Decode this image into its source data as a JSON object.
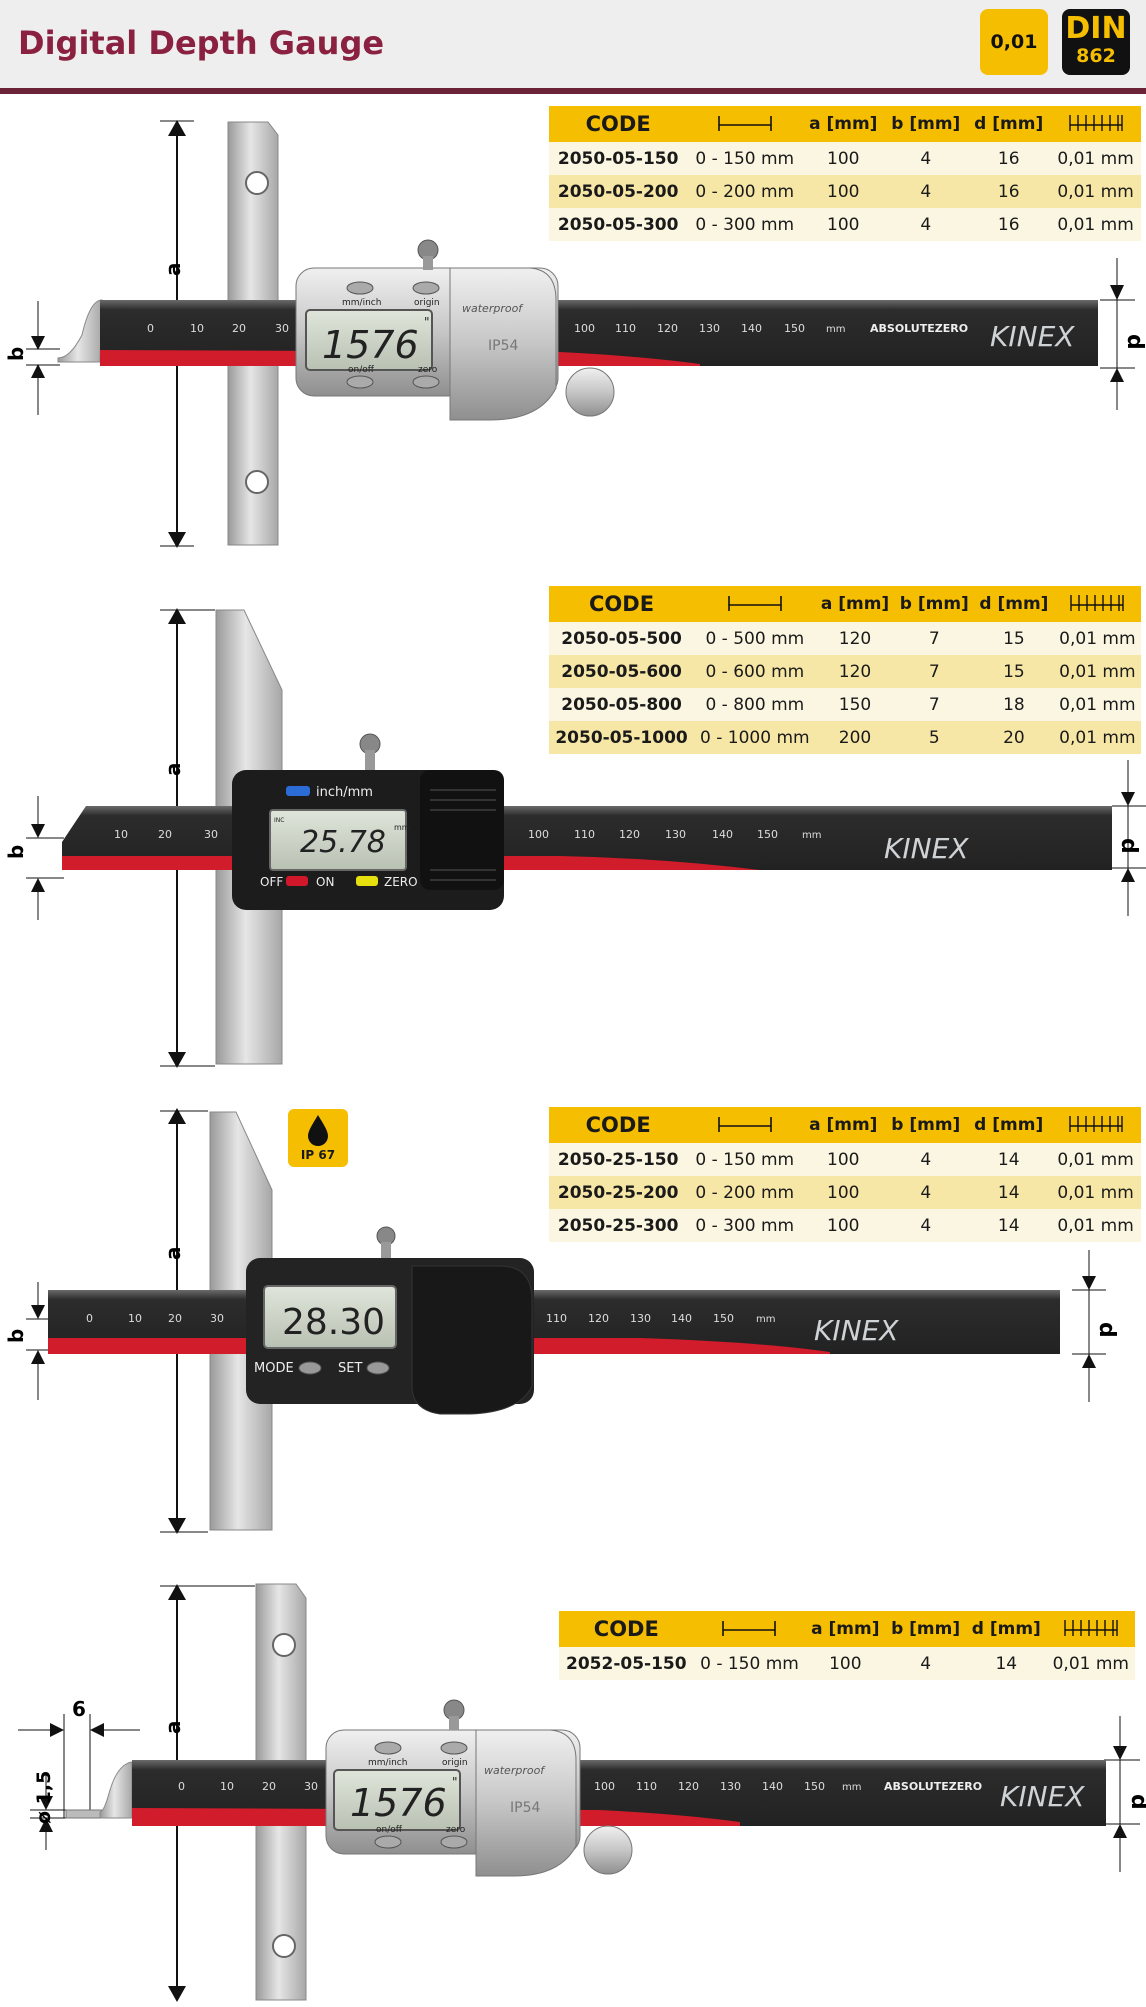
{
  "page": {
    "title": "Digital Depth Gauge"
  },
  "badges": {
    "resolution": "0,01",
    "standard_line1": "DIN",
    "standard_line2": "862"
  },
  "table_headers": {
    "code": "CODE",
    "a": "a [mm]",
    "b": "b [mm]",
    "d": "d [mm]"
  },
  "tables": [
    {
      "rows": [
        {
          "code": "2050-05-150",
          "range": "0 - 150 mm",
          "a": "100",
          "b": "4",
          "d": "16",
          "res": "0,01 mm"
        },
        {
          "code": "2050-05-200",
          "range": "0 - 200 mm",
          "a": "100",
          "b": "4",
          "d": "16",
          "res": "0,01 mm"
        },
        {
          "code": "2050-05-300",
          "range": "0 - 300 mm",
          "a": "100",
          "b": "4",
          "d": "16",
          "res": "0,01 mm"
        }
      ]
    },
    {
      "rows": [
        {
          "code": "2050-05-500",
          "range": "0 - 500 mm",
          "a": "120",
          "b": "7",
          "d": "15",
          "res": "0,01 mm"
        },
        {
          "code": "2050-05-600",
          "range": "0 - 600 mm",
          "a": "120",
          "b": "7",
          "d": "15",
          "res": "0,01 mm"
        },
        {
          "code": "2050-05-800",
          "range": "0 - 800 mm",
          "a": "150",
          "b": "7",
          "d": "18",
          "res": "0,01 mm"
        },
        {
          "code": "2050-05-1000",
          "range": "0 - 1000 mm",
          "a": "200",
          "b": "5",
          "d": "20",
          "res": "0,01 mm"
        }
      ]
    },
    {
      "rows": [
        {
          "code": "2050-25-150",
          "range": "0 - 150 mm",
          "a": "100",
          "b": "4",
          "d": "14",
          "res": "0,01 mm"
        },
        {
          "code": "2050-25-200",
          "range": "0 - 200 mm",
          "a": "100",
          "b": "4",
          "d": "14",
          "res": "0,01 mm"
        },
        {
          "code": "2050-25-300",
          "range": "0 - 300 mm",
          "a": "100",
          "b": "4",
          "d": "14",
          "res": "0,01 mm"
        }
      ]
    },
    {
      "rows": [
        {
          "code": "2052-05-150",
          "range": "0 - 150 mm",
          "a": "100",
          "b": "4",
          "d": "14",
          "res": "0,01 mm"
        }
      ]
    }
  ],
  "dims": {
    "a": "a",
    "b": "b",
    "d": "d",
    "six": "6",
    "dia": "ø 1,5"
  },
  "gauges": {
    "g1": {
      "display": "1576",
      "display_unit": "\"",
      "btn_tl": "mm/inch",
      "btn_tr": "origin",
      "btn_bl": "on/off",
      "btn_br": "zero",
      "brand_top": "waterproof",
      "ip": "IP54",
      "brand": "KINEX",
      "tech": "ABSOLUTEZERO",
      "mm": "mm",
      "scale_left": [
        "0",
        "10",
        "20",
        "30"
      ],
      "scale_right": [
        "100",
        "110",
        "120",
        "130",
        "140",
        "150"
      ]
    },
    "g2": {
      "display": "25.78",
      "display_unit": "mm",
      "inch_mm": "inch/mm",
      "off": "OFF",
      "on": "ON",
      "zero": "ZERO",
      "inc": "INC",
      "brand": "KINEX",
      "mm": "mm",
      "scale_left": [
        "10",
        "20",
        "30"
      ],
      "scale_right": [
        "100",
        "110",
        "120",
        "130",
        "140",
        "150"
      ]
    },
    "g3": {
      "display": "28.30",
      "mode": "MODE",
      "set": "SET",
      "brand": "KINEX",
      "mm": "mm",
      "scale_left": [
        "0",
        "10",
        "20",
        "30"
      ],
      "scale_right": [
        "110",
        "120",
        "130",
        "140",
        "150"
      ]
    },
    "g4": {
      "display": "1576",
      "display_unit": "\"",
      "btn_tl": "mm/inch",
      "btn_tr": "origin",
      "btn_bl": "on/off",
      "btn_br": "zero",
      "brand_top": "waterproof",
      "ip": "IP54",
      "brand": "KINEX",
      "tech": "ABSOLUTEZERO",
      "mm": "mm",
      "scale_left": [
        "0",
        "10",
        "20",
        "30"
      ],
      "scale_right": [
        "100",
        "110",
        "120",
        "130",
        "140",
        "150"
      ]
    }
  },
  "ip_badge": {
    "label": "IP 67",
    "icon": "water-drop-icon"
  }
}
